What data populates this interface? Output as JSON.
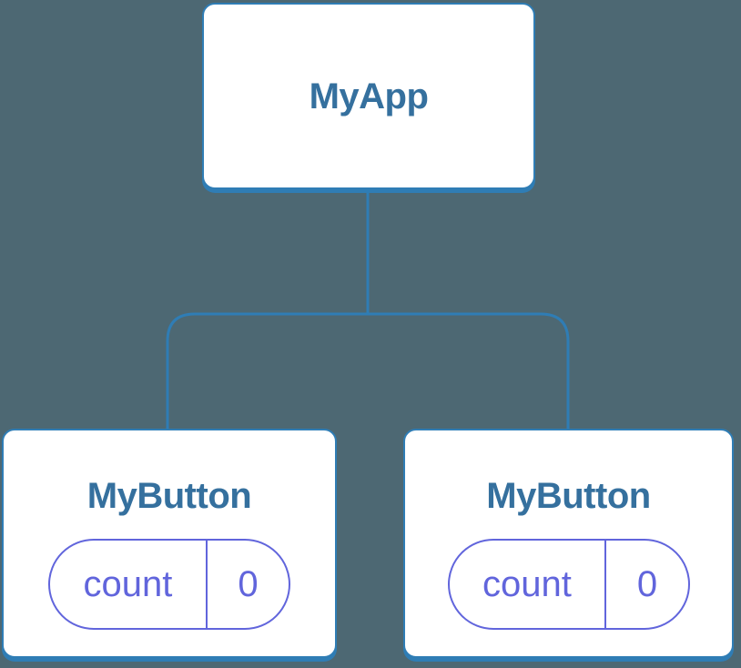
{
  "colors": {
    "background": "#4D6873",
    "connector": "#2F7DB5",
    "node_border": "#2F7DB5",
    "node_fill": "#FFFFFF",
    "node_label": "#35709E",
    "state": "#6165DC"
  },
  "tree": {
    "root": {
      "label": "MyApp"
    },
    "children": [
      {
        "label": "MyButton",
        "state": {
          "key": "count",
          "value": "0"
        }
      },
      {
        "label": "MyButton",
        "state": {
          "key": "count",
          "value": "0"
        }
      }
    ]
  }
}
